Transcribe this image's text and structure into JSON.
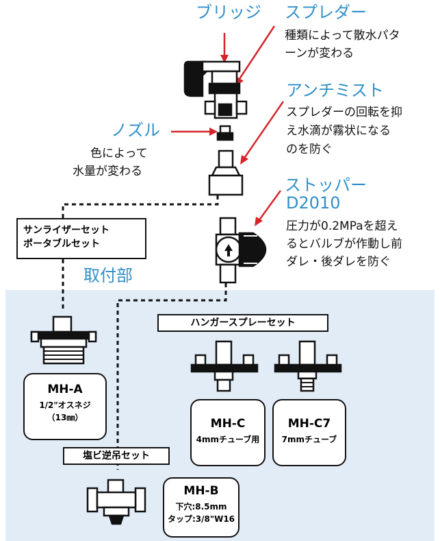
{
  "labels": {
    "bridge": "ブリッジ",
    "spreader_title": "スプレダー",
    "spreader_desc": [
      "種類によって散水パタ",
      "ーンが変わる"
    ],
    "antimist_title": "アンチミスト",
    "antimist_desc": [
      "スプレダーの回転を抑",
      "え水滴が霧状になる",
      "のを防ぐ"
    ],
    "nozzle_title": "ノズル",
    "nozzle_desc": [
      "色によって",
      "水量が変わる"
    ],
    "stopper_title": "ストッパー",
    "stopper_model": "D2010",
    "stopper_desc": [
      "圧力が0.2MPaを超え",
      "るとバルブが作動し前",
      "ダレ・後ダレを防ぐ"
    ],
    "mount_section": "取付部"
  },
  "sets": {
    "sunriser": [
      "サンライザーセット",
      "ポータブルセット"
    ],
    "hanger": "ハンガースプレーセット",
    "pvc": "塩ビ逆吊セット"
  },
  "models": {
    "mh_a": {
      "name": "MH-A",
      "lines": [
        "1/2\"オスネジ",
        "（13㎜）"
      ]
    },
    "mh_c": {
      "name": "MH-C",
      "lines": [
        "4mmチューブ用"
      ]
    },
    "mh_c7": {
      "name": "MH-C7",
      "lines": [
        "7mmチューブ"
      ]
    },
    "mh_b": {
      "name": "MH-B",
      "lines": [
        "下穴:8.5mm",
        "タップ:3/8\"W16"
      ]
    }
  },
  "colors": {
    "accent_blue": "#2f8fc9",
    "arrow_red": "#d7242a",
    "panel_bg": "#e2ecf7",
    "ink": "#111111"
  }
}
